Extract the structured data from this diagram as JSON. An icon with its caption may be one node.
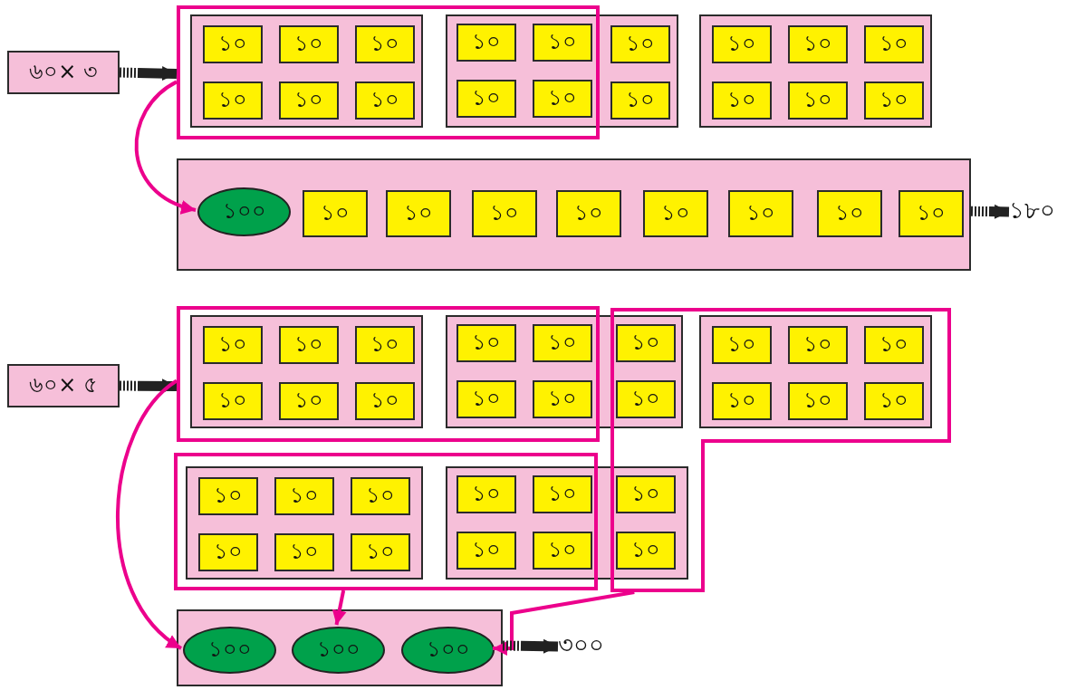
{
  "diagram": {
    "nodes": [
      {
        "text": [
          "৬০× ৩"
        ]
      },
      {
        "text": [],
        "shape": "box"
      },
      {
        "text": [],
        "shape": "box",
        "in": 1
      },
      {
        "text": [
          "১০"
        ],
        "in": 2
      },
      {
        "text": [
          "১০"
        ],
        "in": 2
      },
      {
        "text": [
          "১০"
        ],
        "in": 2
      },
      {
        "text": [
          "১০"
        ],
        "in": 2
      },
      {
        "text": [
          "১০"
        ],
        "in": 2
      },
      {
        "text": [
          "১০"
        ],
        "in": 2
      },
      {
        "text": [],
        "shape": "box"
      },
      {
        "text": [
          "১০"
        ]
      },
      {
        "text": [
          "১০"
        ]
      },
      {
        "text": [
          "১০"
        ],
        "in": 9
      },
      {
        "text": [
          "১০"
        ]
      },
      {
        "text": [
          "১০"
        ]
      },
      {
        "text": [
          "১০"
        ],
        "in": 9
      },
      {
        "text": [],
        "shape": "box"
      },
      {
        "text": [
          "১০"
        ],
        "in": 16
      },
      {
        "text": [
          "১০"
        ],
        "in": 16
      },
      {
        "text": [
          "১০"
        ],
        "in": 16
      },
      {
        "text": [
          "১০"
        ],
        "in": 16
      },
      {
        "text": [
          "১০"
        ],
        "in": 16
      },
      {
        "text": [
          "১০"
        ],
        "in": 16
      },
      {
        "text": [],
        "shape": "box"
      },
      {
        "text": [
          "১০০"
        ],
        "in": 23
      },
      {
        "text": [
          "১০"
        ],
        "in": 23
      },
      {
        "text": [
          "১০"
        ],
        "in": 23
      },
      {
        "text": [
          "১০"
        ],
        "in": 23
      },
      {
        "text": [
          "১০"
        ],
        "in": 23
      },
      {
        "text": [
          "১০"
        ],
        "in": 23
      },
      {
        "text": [
          "১০"
        ],
        "in": 23
      },
      {
        "text": [
          "১০"
        ],
        "in": 23
      },
      {
        "text": [
          "১০"
        ],
        "in": 23
      },
      {
        "text": [
          "১৮০"
        ]
      },
      {
        "text": [
          "৬০× ৫"
        ]
      },
      {
        "text": [],
        "shape": "box"
      },
      {
        "text": [],
        "shape": "box"
      },
      {
        "text": [],
        "shape": "box",
        "in": 35
      },
      {
        "text": [
          "১০"
        ],
        "in": 37
      },
      {
        "text": [
          "১০"
        ],
        "in": 37
      },
      {
        "text": [
          "১০"
        ],
        "in": 37
      },
      {
        "text": [
          "১০"
        ],
        "in": 37
      },
      {
        "text": [
          "১০"
        ],
        "in": 37
      },
      {
        "text": [
          "১০"
        ],
        "in": 37
      },
      {
        "text": [],
        "shape": "box"
      },
      {
        "text": [
          "১০"
        ]
      },
      {
        "text": [
          "১০"
        ]
      },
      {
        "text": [
          "১০"
        ]
      },
      {
        "text": [
          "১০"
        ]
      },
      {
        "text": [
          "১০"
        ]
      },
      {
        "text": [
          "১০"
        ]
      },
      {
        "text": [],
        "shape": "box",
        "in": 36
      },
      {
        "text": [
          "১০"
        ],
        "in": 51
      },
      {
        "text": [
          "১০"
        ],
        "in": 51
      },
      {
        "text": [
          "১০"
        ],
        "in": 51
      },
      {
        "text": [
          "১০"
        ],
        "in": 51
      },
      {
        "text": [
          "১০"
        ],
        "in": 51
      },
      {
        "text": [
          "১০"
        ],
        "in": 51
      },
      {
        "text": [],
        "shape": "box"
      },
      {
        "text": [],
        "shape": "box",
        "in": 58
      },
      {
        "text": [
          "১০"
        ],
        "in": 59
      },
      {
        "text": [
          "১০"
        ],
        "in": 59
      },
      {
        "text": [
          "১০"
        ],
        "in": 59
      },
      {
        "text": [
          "১০"
        ],
        "in": 59
      },
      {
        "text": [
          "১০"
        ],
        "in": 59
      },
      {
        "text": [
          "১০"
        ],
        "in": 59
      },
      {
        "text": [],
        "shape": "box"
      },
      {
        "text": [
          "১০"
        ]
      },
      {
        "text": [
          "১০"
        ]
      },
      {
        "text": [
          "১০"
        ]
      },
      {
        "text": [
          "১০"
        ]
      },
      {
        "text": [
          "১০"
        ]
      },
      {
        "text": [
          "১০"
        ]
      },
      {
        "text": [],
        "shape": "box"
      },
      {
        "text": [
          "১০০"
        ],
        "in": 73
      },
      {
        "text": [
          "১০০"
        ],
        "in": 73
      },
      {
        "text": [
          "১০০"
        ],
        "in": 73
      },
      {
        "text": [
          "৩০০"
        ]
      }
    ],
    "edges": [
      {
        "from": 0,
        "to": 1,
        "arrow": "to",
        "style": "dashed"
      },
      {
        "from": 1,
        "to": 24,
        "arrow": "to",
        "color": "#ec008c"
      },
      {
        "from": 23,
        "to": 33,
        "arrow": "to",
        "style": "dashed"
      },
      {
        "from": 34,
        "to": 35,
        "arrow": "to",
        "style": "dashed"
      },
      {
        "from": 35,
        "to": 74,
        "arrow": "to",
        "color": "#ec008c"
      },
      {
        "from": 58,
        "to": 75,
        "arrow": "to",
        "color": "#ec008c"
      },
      {
        "from": 36,
        "to": 76,
        "arrow": "to",
        "color": "#ec008c"
      },
      {
        "from": 73,
        "to": 77,
        "arrow": "to",
        "style": "dashed"
      }
    ]
  }
}
